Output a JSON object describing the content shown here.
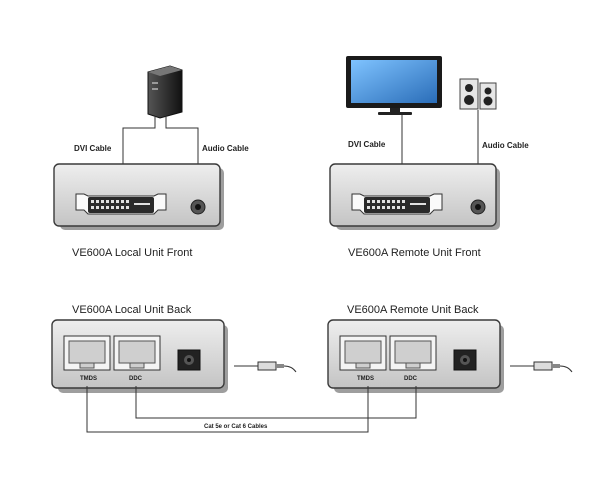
{
  "labels": {
    "local_dvi_cable": "DVI Cable",
    "local_audio_cable": "Audio Cable",
    "remote_dvi_cable": "DVI Cable",
    "remote_audio_cable": "Audio Cable",
    "local_front_caption": "VE600A Local Unit Front",
    "remote_front_caption": "VE600A Remote Unit Front",
    "local_back_caption": "VE600A Local Unit Back",
    "remote_back_caption": "VE600A Remote Unit Back",
    "local_port_tmds": "TMDS",
    "local_port_ddc": "DDC",
    "remote_port_tmds": "TMDS",
    "remote_port_ddc": "DDC",
    "cable_note": "Cat 5e or Cat 6 Cables"
  },
  "colors": {
    "unit_body": "#d9d9d9",
    "unit_edge": "#3a3a3a",
    "unit_shadow": "#a8a8a8",
    "screen_blue": "#3f8fd8",
    "line": "#333333"
  },
  "icons": {
    "computer": "tower-computer-icon",
    "monitor": "flat-screen-monitor-icon",
    "speakers": "speakers-icon",
    "audio_plug": "audio-plug-icon"
  }
}
